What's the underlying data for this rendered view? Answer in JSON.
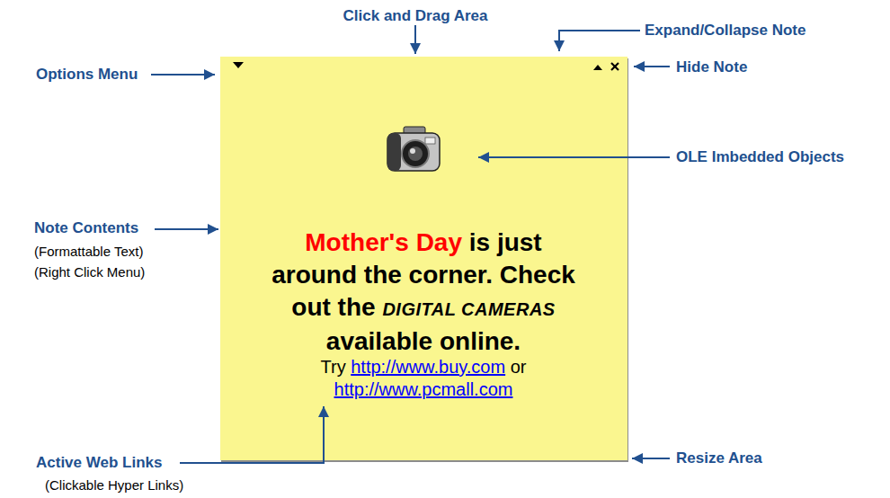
{
  "diagram": {
    "nodes": [
      {
        "text": [
          "Mother's Day",
          "is just around the corner. Check out the",
          "DIGITAL CAMERAS",
          "available online.",
          "Try",
          "http://www.buy.com",
          "or",
          "http://www.pcmall.com"
        ]
      }
    ],
    "labels": [
      "Click and Drag Area",
      "Expand/Collapse Note",
      "Options Menu",
      "Hide Note",
      "OLE Imbedded Objects",
      "Note Contents",
      "(Formattable Text)",
      "(Right Click Menu)",
      "Resize Area",
      "Active Web Links",
      "(Clickable Hyper Links)"
    ]
  }
}
